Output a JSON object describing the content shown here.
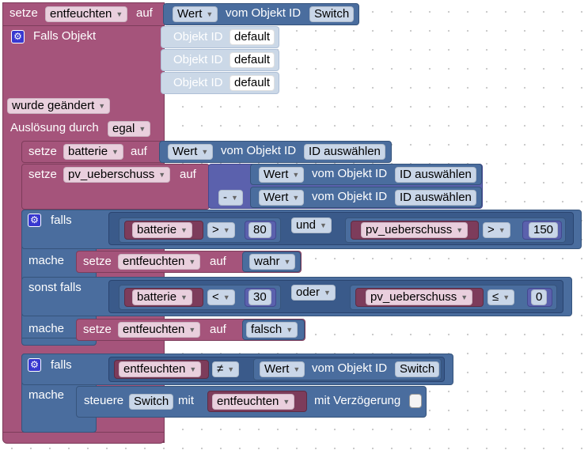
{
  "colors": {
    "logic_pink": "#a5547b",
    "object_blue": "#4a6d9e",
    "math_purple": "#5b61ad",
    "gear": "#3838d0"
  },
  "icons": {
    "mutator": "gear-icon"
  },
  "root": {
    "setze": "setze",
    "var": "entfeuchten",
    "auf": "auf",
    "wert": "Wert",
    "vom_objekt_id": "vom Objekt ID",
    "object": "Switch"
  },
  "trigger": {
    "label": "Falls Objekt",
    "slots": [
      {
        "label": "Objekt ID",
        "value": "default"
      },
      {
        "label": "Objekt ID",
        "value": "default"
      },
      {
        "label": "Objekt ID",
        "value": "default"
      }
    ],
    "condition": "wurde geändert",
    "ausloesung_label": "Auslösung durch",
    "ausloesung_value": "egal"
  },
  "set_batterie": {
    "setze": "setze",
    "var": "batterie",
    "auf": "auf",
    "wert": "Wert",
    "vom_objekt_id": "vom Objekt ID",
    "object": "ID auswählen"
  },
  "set_pv": {
    "setze": "setze",
    "var": "pv_ueberschuss",
    "auf": "auf",
    "op": "-",
    "row1": {
      "wert": "Wert",
      "vom_objekt_id": "vom Objekt ID",
      "object": "ID auswählen"
    },
    "row2": {
      "wert": "Wert",
      "vom_objekt_id": "vom Objekt ID",
      "object": "ID auswählen"
    }
  },
  "if1": {
    "falls": "falls",
    "c1": {
      "var": "batterie",
      "op": ">",
      "num": "80"
    },
    "join": "und",
    "c2": {
      "var": "pv_ueberschuss",
      "op": ">",
      "num": "150"
    },
    "mache": "mache",
    "do1": {
      "setze": "setze",
      "var": "entfeuchten",
      "auf": "auf",
      "val": "wahr"
    },
    "sonst_falls": "sonst falls",
    "c3": {
      "var": "batterie",
      "op": "<",
      "num": "30"
    },
    "join2": "oder",
    "c4": {
      "var": "pv_ueberschuss",
      "op": "≤",
      "num": "0"
    },
    "mache2": "mache",
    "do2": {
      "setze": "setze",
      "var": "entfeuchten",
      "auf": "auf",
      "val": "falsch"
    }
  },
  "if2": {
    "falls": "falls",
    "cond": {
      "var": "entfeuchten",
      "op": "≠",
      "wert": "Wert",
      "vom_objekt_id": "vom Objekt ID",
      "object": "Switch"
    },
    "mache": "mache",
    "do": {
      "steuere": "steuere",
      "object": "Switch",
      "mit": "mit",
      "var": "entfeuchten",
      "delay_label": "mit Verzögerung"
    }
  }
}
